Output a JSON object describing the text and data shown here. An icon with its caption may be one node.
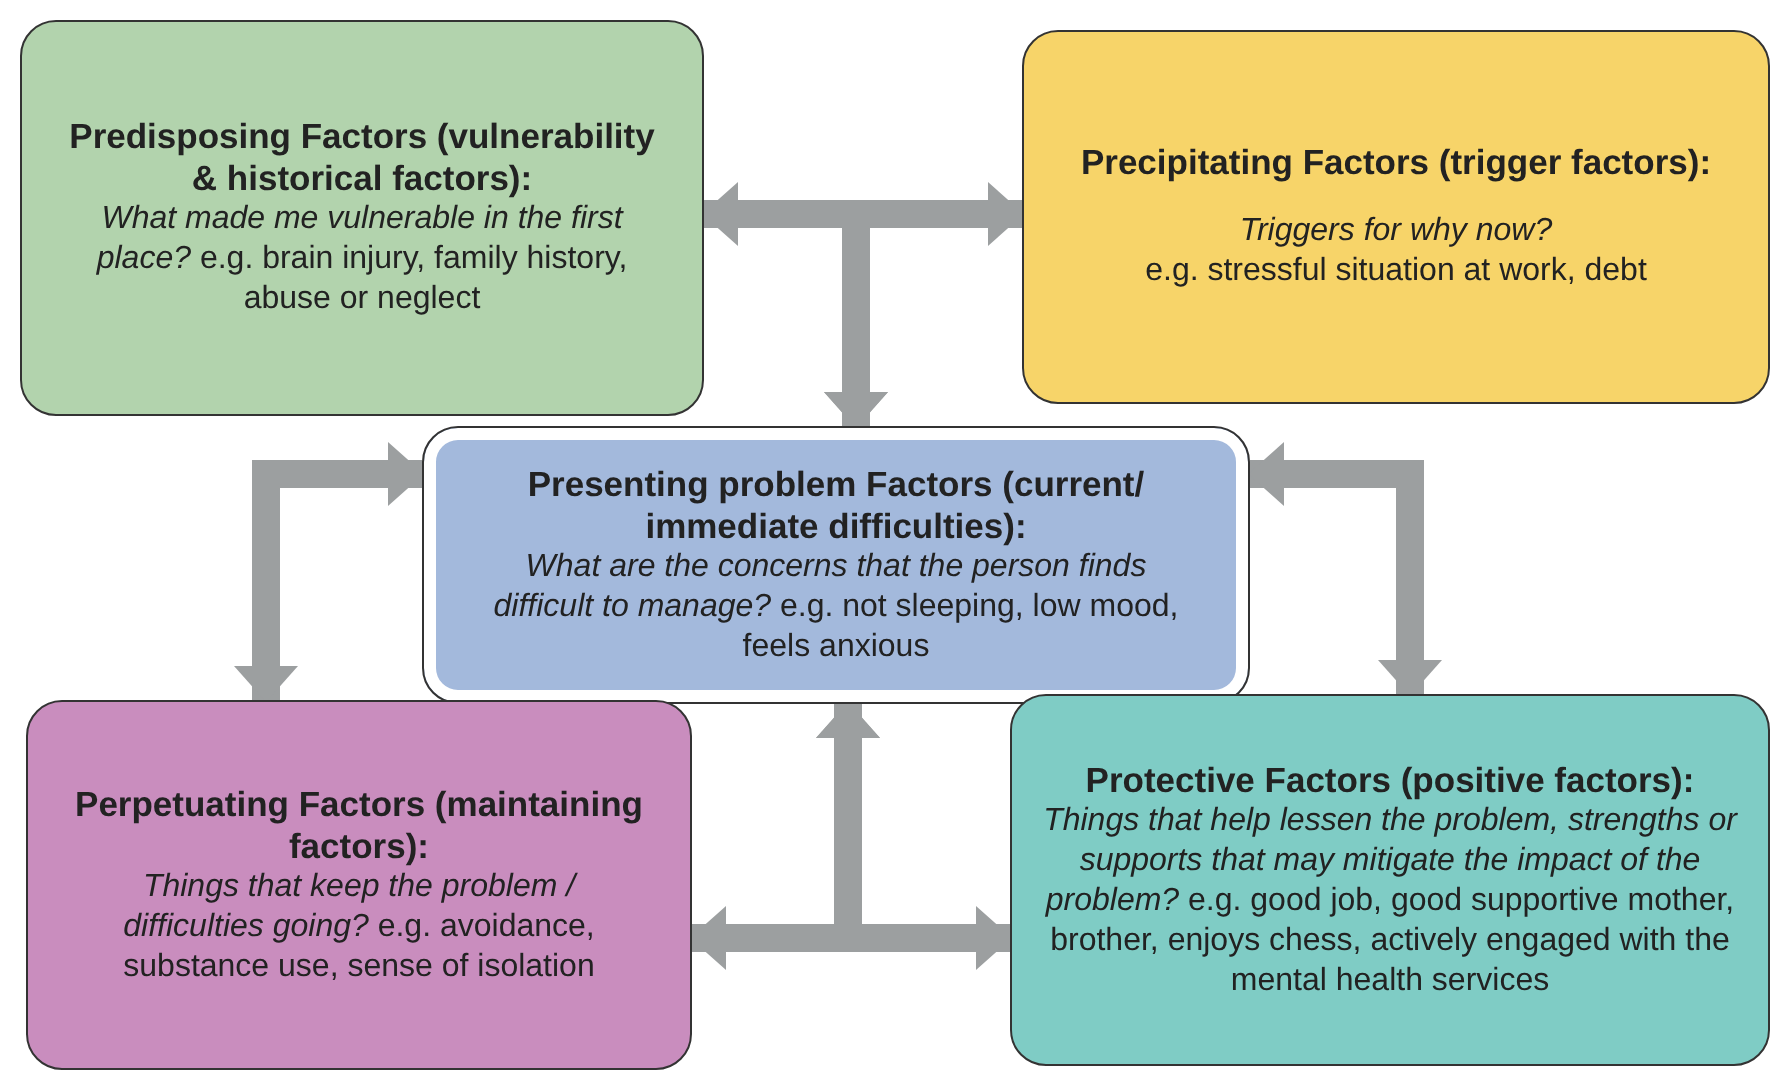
{
  "diagram": {
    "nodes": [
      {
        "text": [
          "Predisposing Factors (vulnerability & historical factors):",
          "*What made me vulnerable in the first place?* e.g. brain injury, family history, abuse or neglect"
        ]
      },
      {
        "text": [
          "Precipitating Factors (trigger factors):",
          "*Triggers for why now?* e.g. stressful situation at work, debt"
        ]
      },
      {
        "text": [
          "Presenting problem Factors (current/ immediate difficulties):",
          "*What are the concerns that the person finds difficult to manage?* e.g. not sleeping, low mood, feels anxious"
        ]
      },
      {
        "text": [
          "Perpetuating Factors (maintaining factors):",
          "*Things that keep the problem / difficulties going?* e.g. avoidance, substance use, sense of isolation"
        ]
      },
      {
        "text": [
          "Protective Factors (positive factors):",
          "*Things that help lessen the problem, strengths or supports that may mitigate the impact of the problem?* e.g. good job, good supportive mother, brother, enjoys chess, actively engaged with the mental health services"
        ]
      }
    ],
    "edges": [
      {
        "from": 0,
        "to": 1,
        "arrow": "both"
      },
      {
        "from": 0,
        "to": 2,
        "arrow": "to"
      },
      {
        "from": 1,
        "to": 2,
        "arrow": "to"
      },
      {
        "from": 3,
        "to": 2,
        "arrow": "both"
      },
      {
        "from": 2,
        "to": 4,
        "arrow": "both"
      },
      {
        "from": 3,
        "to": 4,
        "arrow": "both"
      },
      {
        "from": 3,
        "to": 2,
        "arrow": "to"
      },
      {
        "from": 4,
        "to": 2,
        "arrow": "to"
      }
    ]
  }
}
